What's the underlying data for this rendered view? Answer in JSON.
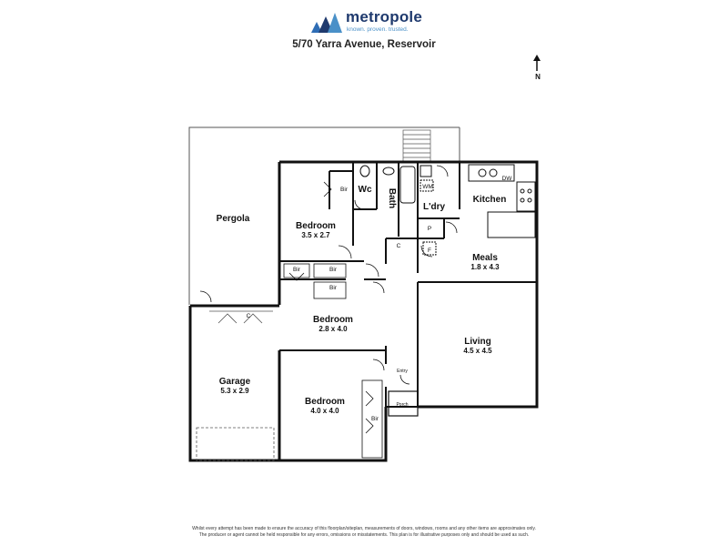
{
  "brand": {
    "name": "metropole",
    "tagline": "known. proven. trusted."
  },
  "address": "5/70 Yarra Avenue, Reservoir",
  "north_label": "N",
  "rooms": {
    "pergola": {
      "name": "Pergola"
    },
    "garage": {
      "name": "Garage",
      "dims": "5.3 x 2.9"
    },
    "bedroom1": {
      "name": "Bedroom",
      "dims": "3.5 x 2.7"
    },
    "bedroom2": {
      "name": "Bedroom",
      "dims": "2.8 x 4.0"
    },
    "bedroom3": {
      "name": "Bedroom",
      "dims": "4.0 x 4.0"
    },
    "wc": {
      "name": "Wc"
    },
    "bath": {
      "name": "Bath"
    },
    "laundry": {
      "name": "L'dry"
    },
    "kitchen": {
      "name": "Kitchen"
    },
    "meals": {
      "name": "Meals",
      "dims": "1.8 x 4.3"
    },
    "living": {
      "name": "Living",
      "dims": "4.5 x 4.5"
    },
    "entry": {
      "name": "Entry"
    },
    "porch": {
      "name": "Porch"
    }
  },
  "fixtures": {
    "bir": "Bir",
    "c": "C",
    "p": "P",
    "f": "F",
    "wm": "WM",
    "dw": "DW"
  },
  "disclaimer": {
    "line1": "Whilst every attempt has been made to ensure the accuracy of this floorplan/siteplan, measurements of doors, windows, rooms and any other items are approximates only.",
    "line2": "The producer or agent cannot be held responsible for any errors, omissions or misstatements. This plan is for illustrative purposes only and should be used as such."
  },
  "colors": {
    "brand_dark": "#1f3a6e",
    "brand_light": "#4a90c8",
    "wall": "#111111"
  }
}
